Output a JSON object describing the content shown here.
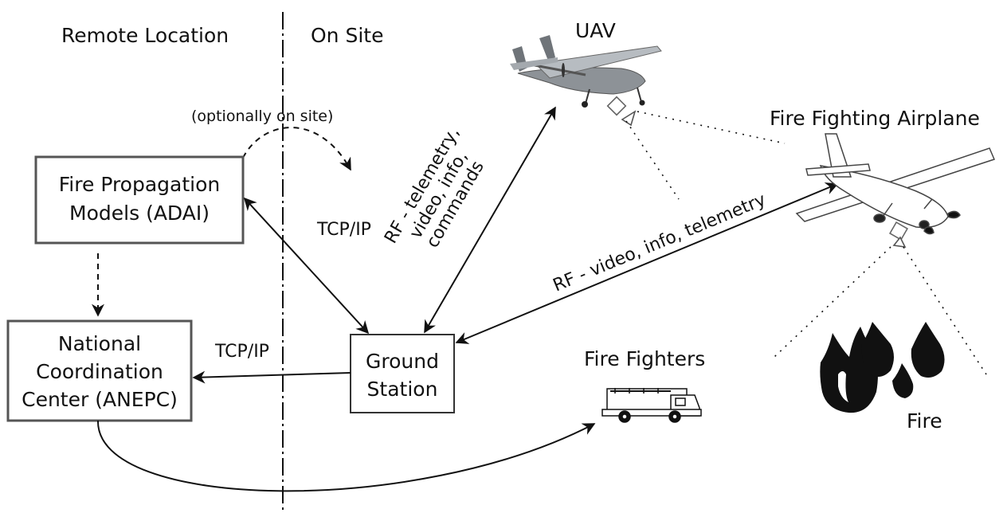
{
  "regions": {
    "remote": "Remote Location",
    "on_site": "On Site"
  },
  "optional_note": "(optionally on site)",
  "boxes": {
    "fire_models": [
      "Fire Propagation",
      "Models (ADAI)"
    ],
    "national_center": [
      "National",
      "Coordination",
      "Center (ANEPC)"
    ],
    "ground_station": [
      "Ground",
      "Station"
    ]
  },
  "links": {
    "tcp_models": "TCP/IP",
    "tcp_center": "TCP/IP",
    "rf_uav": [
      "RF - telemetry,",
      "video, info,",
      "commands"
    ],
    "rf_airplane": "RF - video, info, telemetry"
  },
  "entities": {
    "uav": "UAV",
    "airplane": "Fire Fighting Airplane",
    "fire_fighters": "Fire Fighters",
    "fire": "Fire"
  },
  "icons": [
    "uav-icon",
    "airplane-icon",
    "fire-truck-icon",
    "flame-icon",
    "camera-icon"
  ]
}
